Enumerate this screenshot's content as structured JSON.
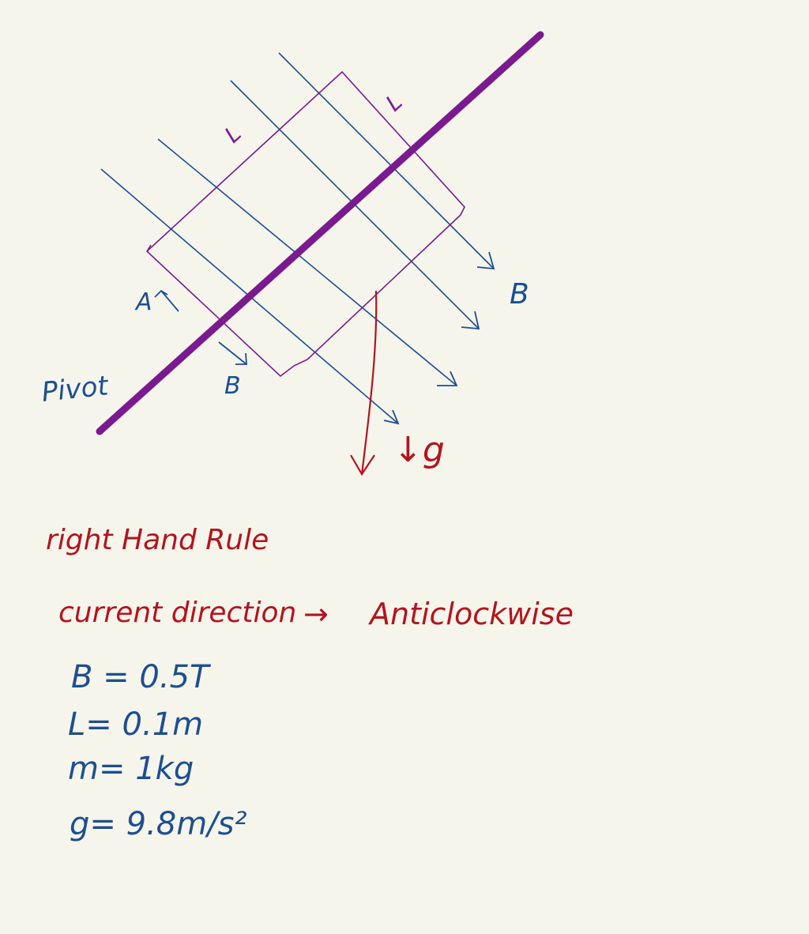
{
  "colors": {
    "paper": "#f6f5ec",
    "field_lines": "#1c4f8f",
    "loop": "#7a1a8f",
    "rod": "#7a1a8f",
    "gravity": "#b3141d",
    "notes": "#b3141d",
    "values": "#1c4f8f"
  },
  "diagram": {
    "side_label_left": "L",
    "side_label_right": "L",
    "corner_label": "A",
    "field_label": "B",
    "field_label_small": "B",
    "pivot_label": "Pivot",
    "gravity_label": "↓g"
  },
  "notes": {
    "rule": "right Hand Rule",
    "current_label": "current direction",
    "current_arrow": "→",
    "current_value": "Anticlockwise"
  },
  "given": [
    {
      "symbol": "B",
      "value": "0.5T"
    },
    {
      "symbol": "L",
      "value": "0.1m"
    },
    {
      "symbol": "m",
      "value": "1kg"
    },
    {
      "symbol": "g",
      "value": "9.8m/s²"
    }
  ]
}
